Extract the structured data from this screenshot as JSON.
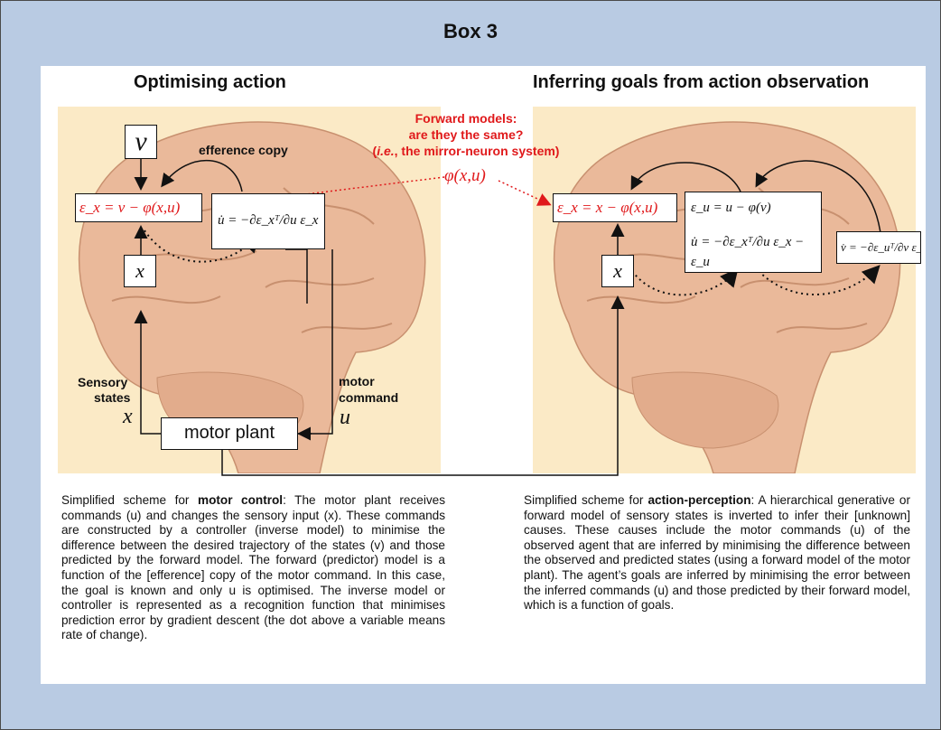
{
  "title": "Box 3",
  "left": {
    "heading": "Optimising action",
    "v_label": "v",
    "efference_label": "efference copy",
    "error_eq": "ε_x = v − φ(x,u)",
    "update_eq": "u̇ = −∂ε_xᵀ/∂u ε_x",
    "x_box": "x",
    "sensory_label_1": "Sensory",
    "sensory_label_2": "states",
    "sensory_var": "x",
    "motor_label_1": "motor",
    "motor_label_2": "command",
    "motor_var": "u",
    "plant_label": "motor plant",
    "caption_pre": "Simplified scheme for ",
    "caption_bold": "motor control",
    "caption_post": ": The motor plant receives commands (u) and changes the sensory input (x).  These commands are constructed by a controller (inverse model) to minimise the difference between the desired trajectory of the states (v) and those predicted by the forward model.  The forward (predictor) model is a function of the [efference] copy of the motor command.  In this case, the goal is known and only u is optimised.  The inverse model or controller is represented as a recognition function that minimises prediction error by gradient descent (the dot above a variable means rate of change)."
  },
  "center": {
    "line1": "Forward models:",
    "line2": "are they the same?",
    "line3_ie": "i.e.",
    "line3_rest": ", the mirror-neuron system)",
    "phi": "φ(x,u)"
  },
  "right": {
    "heading": "Inferring goals from action observation",
    "error_eq": "ε_x = x − φ(x,u)",
    "middle_eq_1": "ε_u = u − φ(v)",
    "middle_eq_2": "u̇ = −∂ε_xᵀ/∂u ε_x − ε_u",
    "v_eq": "v̇ = −∂ε_uᵀ/∂v ε_u",
    "x_box": "x",
    "caption_pre": "Simplified scheme for ",
    "caption_bold": "action-perception",
    "caption_post": ": A hierarchical generative or forward model of sensory states is inverted to infer their [unknown] causes.  These causes include the motor commands (u) of the observed agent that are inferred by minimising the difference between the observed and predicted states (using a forward model of the motor plant). The agent’s goals are inferred by minimising the error between the inferred commands (u) and those predicted by their forward model, which is a function of goals."
  },
  "colors": {
    "background": "#b9cbe3",
    "brain_panel": "#fbeac6",
    "accent_red": "#e0191b"
  }
}
